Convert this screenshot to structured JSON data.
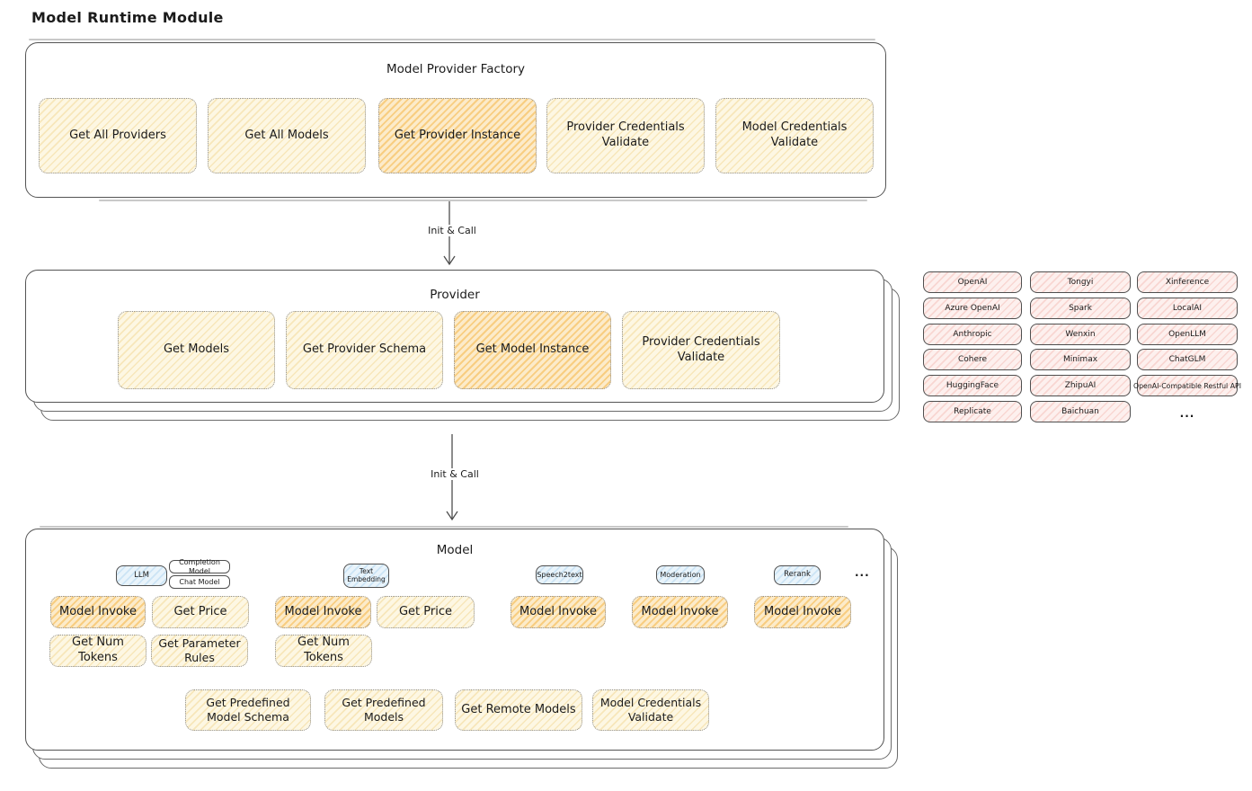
{
  "page_title": "Model Runtime Module",
  "arrow_label_1": "Init & Call",
  "arrow_label_2": "Init & Call",
  "factory": {
    "title": "Model Provider Factory",
    "items": [
      {
        "label": "Get All Providers"
      },
      {
        "label": "Get All Models"
      },
      {
        "label": "Get Provider Instance"
      },
      {
        "label": "Provider Credentials Validate"
      },
      {
        "label": "Model Credentials Validate"
      }
    ]
  },
  "provider": {
    "title": "Provider",
    "items": [
      {
        "label": "Get Models"
      },
      {
        "label": "Get Provider Schema"
      },
      {
        "label": "Get Model Instance"
      },
      {
        "label": "Provider Credentials Validate"
      }
    ]
  },
  "providers_list": {
    "items": [
      "OpenAI",
      "Tongyi",
      "Xinference",
      "Azure OpenAI",
      "Spark",
      "LocalAI",
      "Anthropic",
      "Wenxin",
      "OpenLLM",
      "Cohere",
      "Minimax",
      "ChatGLM",
      "HuggingFace",
      "ZhipuAI",
      "OpenAI-Compatible Restful API",
      "Replicate",
      "Baichuan"
    ],
    "more_label": "..."
  },
  "model": {
    "title": "Model",
    "more_label": "...",
    "tags": {
      "llm": "LLM",
      "completion_model": "Completion Model",
      "chat_model": "Chat Model",
      "text_embedding": "Text Embedding",
      "speech2text": "Speech2text",
      "moderation": "Moderation",
      "rerank": "Rerank"
    },
    "ops": {
      "model_invoke": "Model Invoke",
      "get_price": "Get Price",
      "get_num_tokens": "Get Num Tokens",
      "get_parameter_rules": "Get Parameter Rules"
    },
    "bottom": [
      "Get Predefined Model Schema",
      "Get Predefined Models",
      "Get Remote Models",
      "Model Credentials Validate"
    ]
  },
  "colors": {
    "cream_fill": "#fdf6e0",
    "orange_fill": "#fae3b2",
    "pink_fill": "#fdeeec",
    "blue_fill": "#e3f1fa",
    "panel_border": "#545454",
    "text": "#1b1b1b"
  }
}
